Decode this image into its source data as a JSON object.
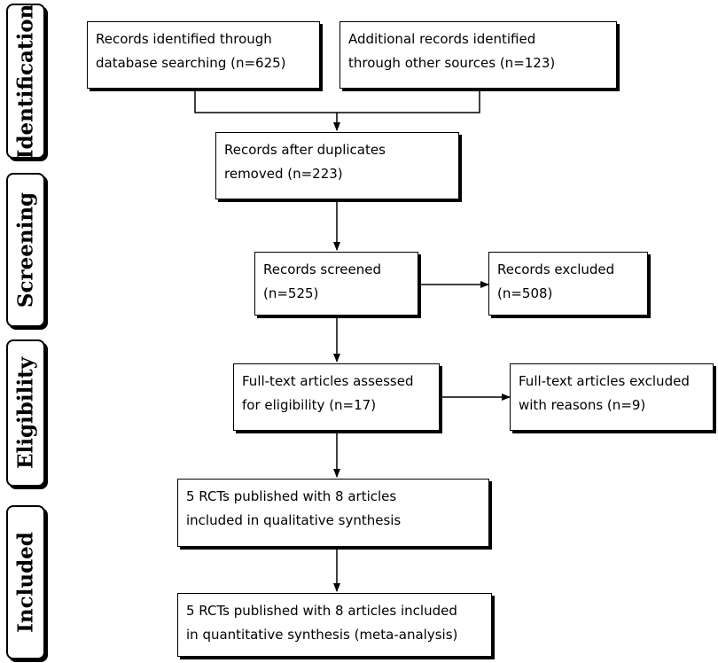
{
  "phases": {
    "identification": "Identification",
    "screening": "Screening",
    "eligibility": "Eligibility",
    "included": "Included"
  },
  "boxes": {
    "database_records": "Records identified through\ndatabase searching (n=625)",
    "other_records": "Additional records identified\nthrough other sources (n=123)",
    "after_duplicates": "Records after duplicates\nremoved (n=223)",
    "screened": "Records screened\n(n=525)",
    "excluded": "Records excluded\n(n=508)",
    "fulltext_assessed": "Full-text articles assessed\nfor eligibility (n=17)",
    "fulltext_excluded": "Full-text articles excluded\nwith reasons (n=9)",
    "qualitative": "5 RCTs published with 8 articles\nincluded in qualitative synthesis",
    "quantitative": "5 RCTs published with 8 articles included\nin quantitative synthesis (meta-analysis)"
  }
}
